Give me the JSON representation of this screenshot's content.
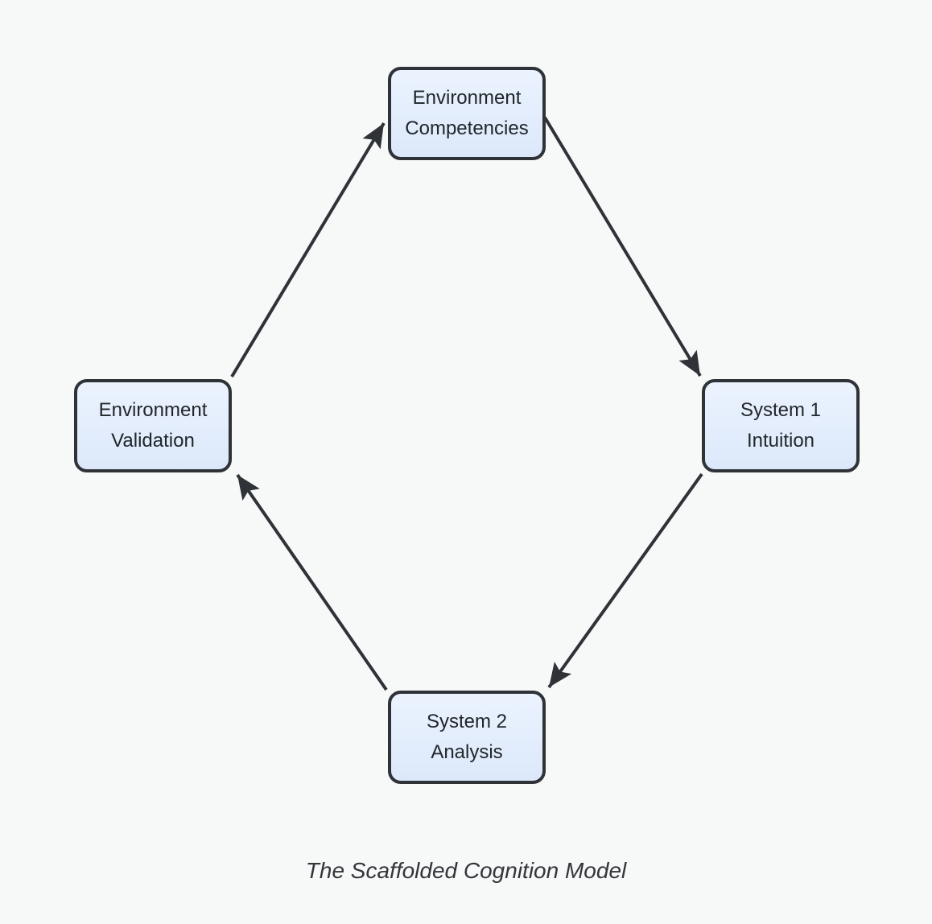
{
  "diagram": {
    "type": "cycle-flowchart",
    "caption": "The Scaffolded Cognition Model",
    "nodes": [
      {
        "id": "environment-competencies",
        "position": "top",
        "lines": [
          "Environment",
          "Competencies"
        ]
      },
      {
        "id": "system-1-intuition",
        "position": "right",
        "lines": [
          "System 1",
          "Intuition"
        ]
      },
      {
        "id": "system-2-analysis",
        "position": "bottom",
        "lines": [
          "System 2",
          "Analysis"
        ]
      },
      {
        "id": "environment-validation",
        "position": "left",
        "lines": [
          "Environment",
          "Validation"
        ]
      }
    ],
    "edges": [
      {
        "from": "environment-validation",
        "to": "environment-competencies",
        "arrow": "filled-triangle"
      },
      {
        "from": "environment-competencies",
        "to": "system-1-intuition",
        "arrow": "filled-triangle"
      },
      {
        "from": "system-1-intuition",
        "to": "system-2-analysis",
        "arrow": "filled-triangle"
      },
      {
        "from": "system-2-analysis",
        "to": "environment-validation",
        "arrow": "filled-triangle"
      }
    ],
    "colors": {
      "background": "#f7f8f8",
      "node_fill_top": "#ebf3fe",
      "node_fill_bottom": "#dce8fa",
      "node_border": "#2f3337",
      "node_text": "#21262b",
      "arrow": "#2f3337",
      "caption_text": "#32373c"
    }
  }
}
